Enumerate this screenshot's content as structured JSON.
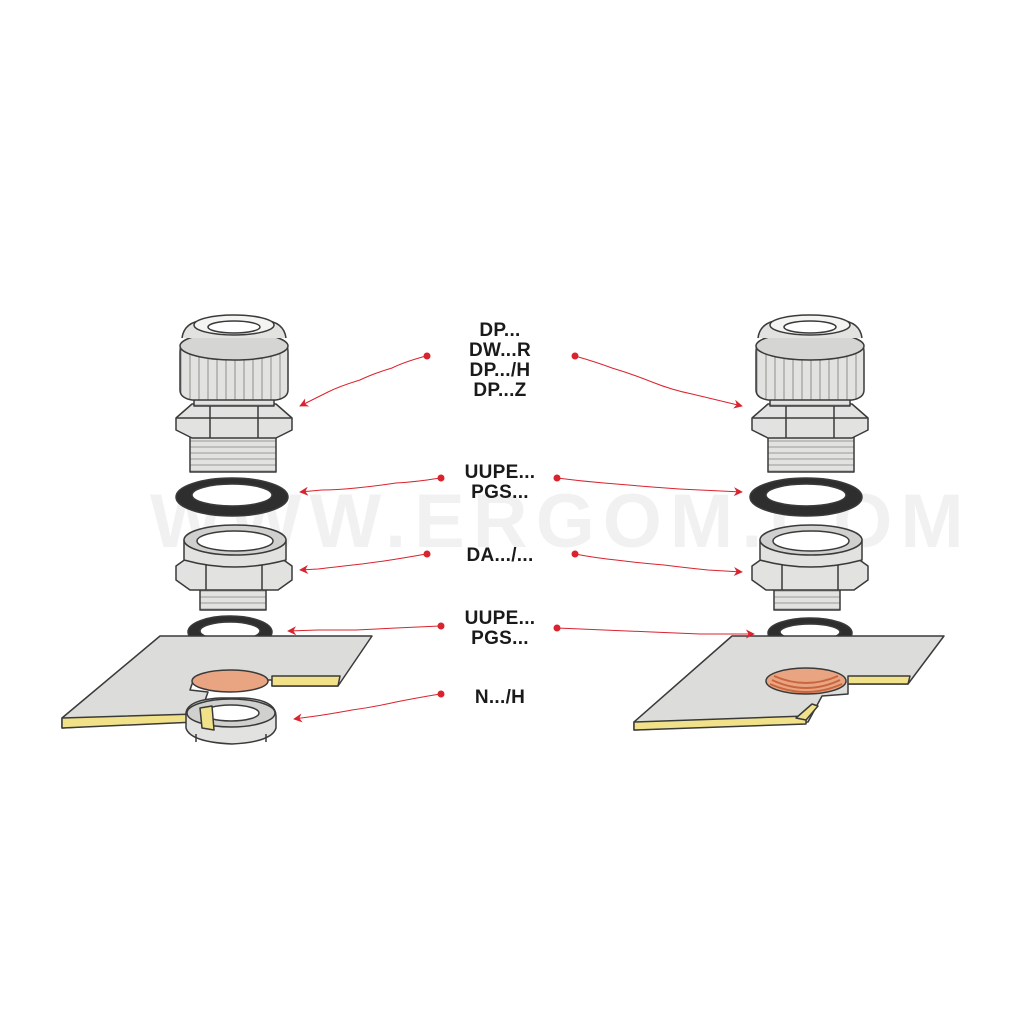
{
  "watermark": "WWW.ERGOM.COM",
  "colors": {
    "arrow": "#d9232e",
    "body_fill": "#e2e2e0",
    "body_shade": "#c9c9c7",
    "outline": "#3a3a3a",
    "gasket": "#2e2e2e",
    "plate": "#dcdcda",
    "plate_edge": "#f1e28a",
    "hole": "#e9a482",
    "thread_cut": "#c8673f"
  },
  "labels": [
    {
      "lines": [
        "DP...",
        "DW...R",
        "DP.../H",
        "DP...Z"
      ]
    },
    {
      "lines": [
        "UUPE...",
        "PGS..."
      ]
    },
    {
      "lines": [
        "DA.../..."
      ]
    },
    {
      "lines": [
        "UUPE...",
        "PGS..."
      ]
    },
    {
      "lines": [
        "N.../H"
      ]
    }
  ]
}
